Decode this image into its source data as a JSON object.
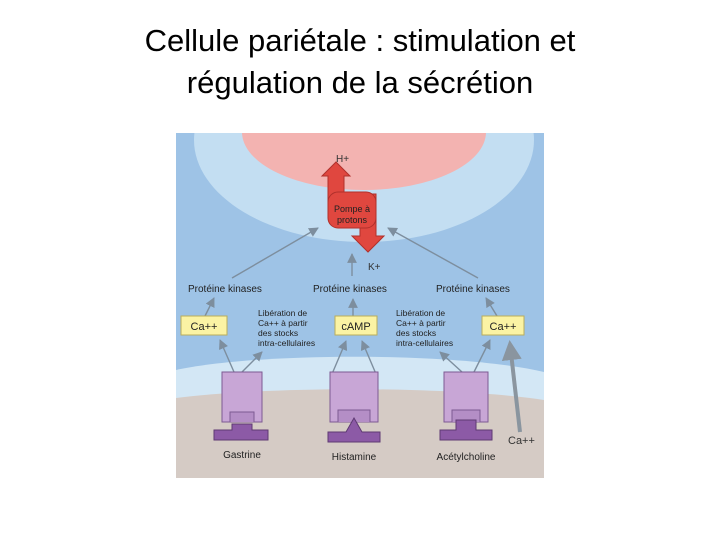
{
  "slide": {
    "title_line1": "Cellule pariétale : stimulation et",
    "title_line2": "régulation de la sécrétion"
  },
  "figure": {
    "h_plus": "H+",
    "pump": [
      "Pompe à",
      "protons"
    ],
    "k_plus": "K+",
    "kinase_left": "Protéine kinases",
    "kinase_center": "Protéine kinases",
    "kinase_right": "Protéine kinases",
    "box_left": "Ca++",
    "box_center": "cAMP",
    "box_right": "Ca++",
    "liberation_left": [
      "Libération de",
      "Ca++ à partir",
      "des stocks",
      "intra-cellulaires"
    ],
    "liberation_right": [
      "Libération de",
      "Ca++ à partir",
      "des stocks",
      "intra-cellulaires"
    ],
    "receptor_left": "Gastrine",
    "receptor_center": "Histamine",
    "receptor_right": "Acétylcholine",
    "calcium_entry": "Ca++",
    "colors": {
      "cytoplasm": "#9ec3e6",
      "membrane_band": "#d3e7f5",
      "lumen": "#f3b3b1",
      "lumen_zone": "#c3def2",
      "extracellular": "#d5cbc5",
      "receptor": "#c8a6d6",
      "receptor_dark": "#8c5aa6",
      "pump": "#e0473f",
      "yellow_box": "#fbf3a4"
    }
  }
}
